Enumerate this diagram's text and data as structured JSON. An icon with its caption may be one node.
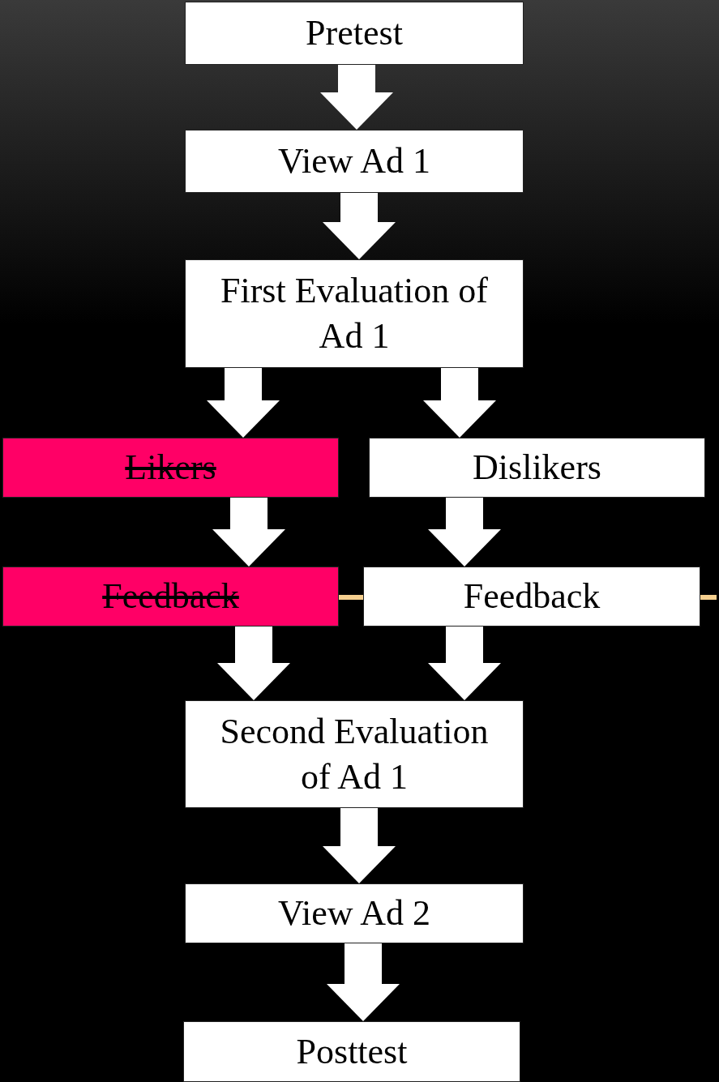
{
  "diagram": {
    "nodes": [
      {
        "text": [
          "Pretest"
        ]
      },
      {
        "text": [
          "View Ad 1"
        ]
      },
      {
        "text": [
          "First Evaluation of Ad 1"
        ]
      },
      {
        "text": [
          "Likers"
        ]
      },
      {
        "text": [
          "Dislikers"
        ]
      },
      {
        "text": [
          "Feedback"
        ]
      },
      {
        "text": [
          "Feedback"
        ]
      },
      {
        "text": [
          "Second Evaluation of Ad 1"
        ]
      },
      {
        "text": [
          "View Ad 2"
        ]
      },
      {
        "text": [
          "Posttest"
        ]
      }
    ],
    "edges": [
      {
        "from": 0,
        "to": 1,
        "arrow": "to"
      },
      {
        "from": 1,
        "to": 2,
        "arrow": "to"
      },
      {
        "from": 2,
        "to": 3,
        "arrow": "to"
      },
      {
        "from": 2,
        "to": 4,
        "arrow": "to"
      },
      {
        "from": 3,
        "to": 5,
        "arrow": "to"
      },
      {
        "from": 4,
        "to": 6,
        "arrow": "to"
      },
      {
        "from": 5,
        "to": 7,
        "arrow": "to"
      },
      {
        "from": 6,
        "to": 7,
        "arrow": "to"
      },
      {
        "from": 7,
        "to": 8,
        "arrow": "to"
      },
      {
        "from": 8,
        "to": 9,
        "arrow": "to"
      },
      {
        "from": 5,
        "to": 6,
        "arrow": "none",
        "color": "#f5cf8e"
      },
      {
        "from": 6,
        "to": null,
        "arrow": "none",
        "color": "#f5cf8e"
      }
    ]
  }
}
